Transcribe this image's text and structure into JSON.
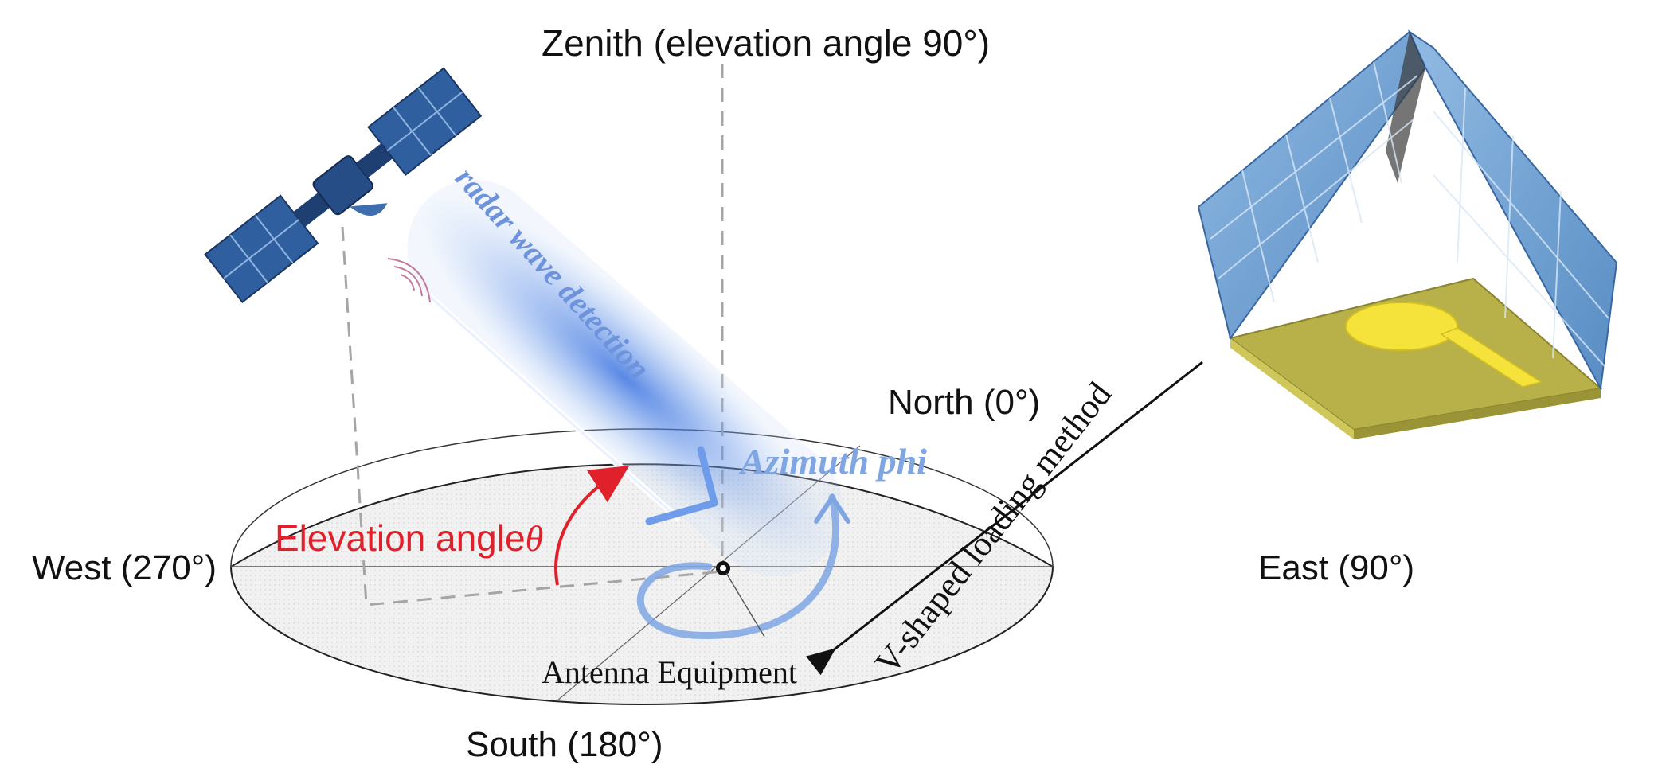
{
  "labels": {
    "zenith": "Zenith (elevation angle 90°)",
    "north": "North (0°)",
    "east": "East (90°)",
    "west": "West (270°)",
    "south": "South (180°)",
    "antenna": "Antenna Equipment",
    "radar": "radar wave detection",
    "azimuth": "Azimuth phi",
    "elevation": "Elevation angle",
    "theta": "θ",
    "vshaped": "V-shaped loading method"
  },
  "colors": {
    "elevation": "#e0202a",
    "azimuth": "#7fa6e3",
    "radar_text": "#6d93dc",
    "beam": "#3a73e0",
    "dome_fill": "#ececec",
    "panel_blue": "#4a86c8",
    "patch_gold": "#f5e23a",
    "substrate": "#b8b048",
    "satellite": "#274d86"
  },
  "icons": [
    "satellite-icon",
    "signal-waves-icon",
    "v-antenna-icon"
  ]
}
